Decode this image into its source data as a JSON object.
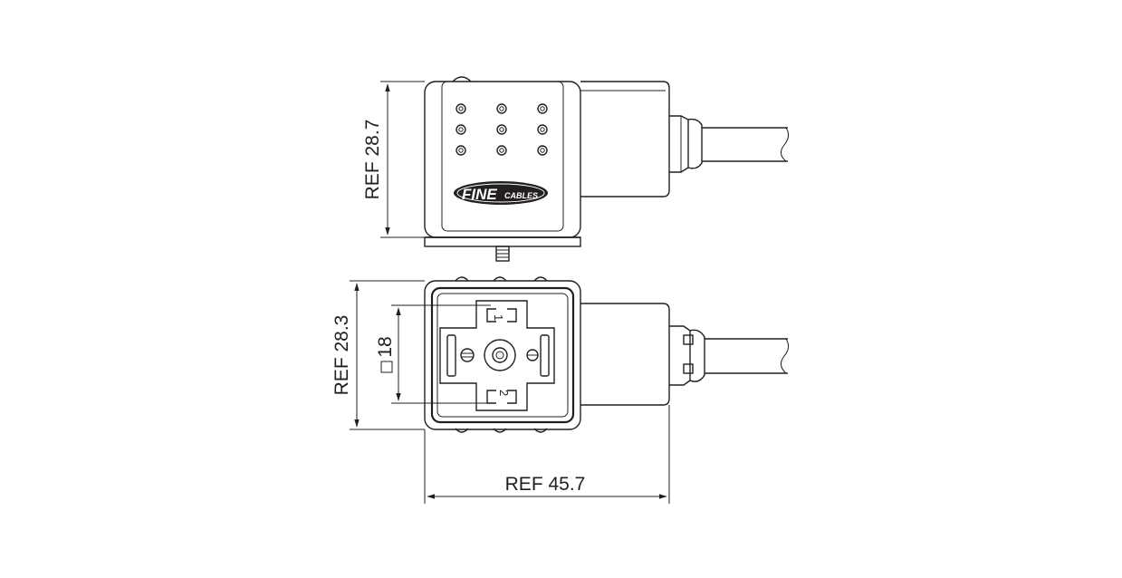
{
  "dimensions": {
    "top_height": "REF 28.7",
    "bottom_height": "REF 28.3",
    "inner_square": "18",
    "width": "REF 45.7"
  },
  "pin_labels": {
    "pin1": "1",
    "pin2": "2"
  },
  "logo": {
    "main": "FINE",
    "sub": "CABLES"
  },
  "colors": {
    "line": "#231f20",
    "background": "#ffffff"
  }
}
